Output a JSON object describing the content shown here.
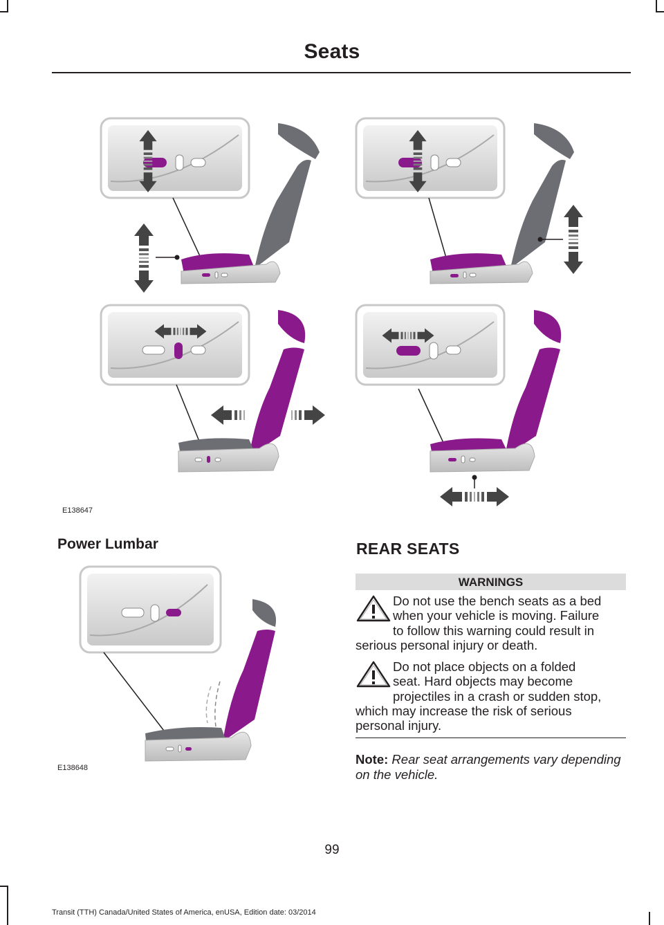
{
  "header": {
    "title": "Seats"
  },
  "figures": {
    "top_label": "E138647",
    "lumbar_label": "E138648"
  },
  "sections": {
    "power_lumbar": "Power Lumbar",
    "rear_seats": "REAR SEATS"
  },
  "warnings": {
    "heading": "WARNINGS",
    "items": [
      {
        "lines": [
          "Do not use the bench seats as a bed",
          "when your vehicle is moving. Failure",
          "to follow this warning could result in",
          "serious personal injury or death."
        ]
      },
      {
        "lines": [
          "Do not place objects on a folded",
          "seat. Hard objects may become",
          "projectiles in a crash or sudden stop,",
          "which may increase the risk of serious",
          "personal injury."
        ]
      }
    ]
  },
  "note": {
    "label": "Note:",
    "text": "Rear seat arrangements vary depending on the vehicle."
  },
  "page_number": "99",
  "footer": "Transit (TTH) Canada/United States of America, enUSA, Edition date: 03/2014",
  "colors": {
    "accent": "#8a1a8c",
    "seat_gray": "#6d6d74",
    "panel_gray": "#d8d8d8"
  },
  "icons": [
    "warning-triangle-icon",
    "double-arrow-icon"
  ]
}
